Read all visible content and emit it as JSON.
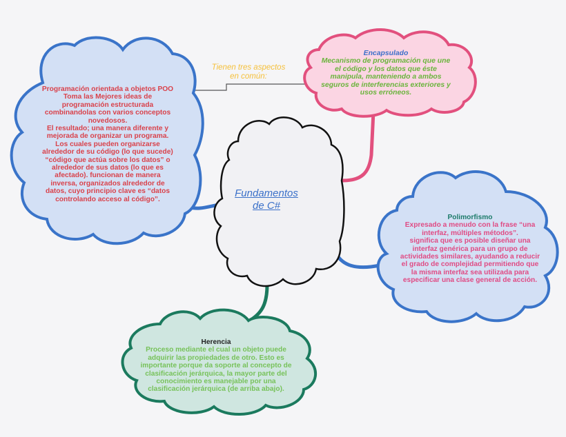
{
  "diagram": {
    "type": "mind-map",
    "background": "#f5f5f7",
    "center": {
      "label_line1": "Fundamentos",
      "label_line2": "de C#",
      "text_color": "#3a70c9",
      "fill": "#f1f1f4",
      "stroke": "#111111"
    },
    "annotation": {
      "line1": "Tienen tres aspectos",
      "line2": "en común:",
      "color": "#f5c03a"
    },
    "nodes": [
      {
        "id": "poo",
        "title": "",
        "body": "Programación orientada a objetos POO\nToma las Mejores ideas de\nprogramación estructurada\ncombinandolas con varios conceptos\nnovedosos.\nEl resultado; una manera diferente y\nmejorada de organizar un programa.\nLos cuales pueden organizarse\nalrededor de su código (lo que sucede)\n“código que actúa sobre los datos” o\nalrededor de sus datos (lo que es\nafectado). funcionan de manera\ninversa,  organizados alrededor de\ndatos, cuyo principio clave es “datos\ncontrolando acceso al código”.",
        "fill": "#d3e0f5",
        "stroke": "#3a74c9",
        "text_color": "#d9424b"
      },
      {
        "id": "encapsulado",
        "title": "Encapsulado",
        "body": "Mecanismo de programación que une\nel código y los datos que éste\nmanipula, manteniendo a ambos\nseguros de interferencias exteriores y\nusos erróneos.",
        "fill": "#fbd5e3",
        "stroke": "#e2507e",
        "title_color": "#3d6fc9",
        "text_color": "#6ab43c"
      },
      {
        "id": "polimorfismo",
        "title": "Polimorfismo",
        "body": "Expresado a menudo con la frase “una\ninterfaz, múltiples métodos”.\nsignifica que es posible diseñar una\ninterfaz genérica para un grupo de\nactividades similares, ayudando a reducir\nel grado de complejidad permitiendo que\nla misma interfaz sea utilizada para\nespecificar una clase general de acción.",
        "fill": "#d3e0f5",
        "stroke": "#3a74c9",
        "title_color": "#1d7b6a",
        "text_color": "#e04b84"
      },
      {
        "id": "herencia",
        "title": "Herencia",
        "body": "Proceso mediante el cual un objeto puede\nadquirir las propiedades de otro. Esto es\nimportante porque da soporte al concepto de\nclasificación jerárquica, la mayor parte del\nconocimiento es manejable por una\nclasificación jerárquica (de arriba abajo).",
        "fill": "#cfe6e0",
        "stroke": "#1b7a5e",
        "title_color": "#222222",
        "text_color": "#77c25a"
      }
    ],
    "connectors": [
      {
        "from": "center",
        "to": "poo",
        "color": "#3a74c9"
      },
      {
        "from": "center",
        "to": "encapsulado",
        "color": "#e2507e"
      },
      {
        "from": "center",
        "to": "polimorfismo",
        "color": "#3a74c9"
      },
      {
        "from": "center",
        "to": "herencia",
        "color": "#1b7a5e"
      }
    ]
  }
}
